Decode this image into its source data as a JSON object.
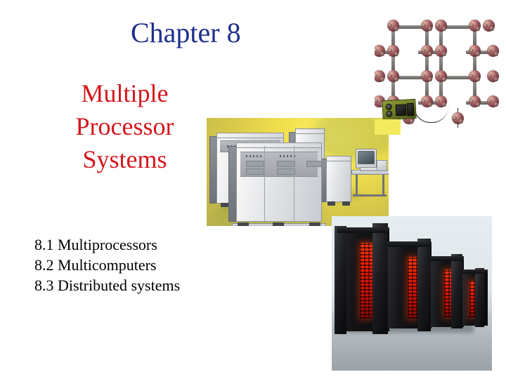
{
  "slide": {
    "chapter_title": "Chapter 8",
    "main_title_lines": [
      "Multiple",
      "Processor",
      "Systems"
    ],
    "agenda": [
      "8.1 Multiprocessors",
      "8.2 Multicomputers",
      "8.3 Distributed systems"
    ],
    "colors": {
      "background": "#ffffff",
      "chapter_title": "#1e2f8c",
      "main_title": "#d5161c",
      "agenda_text": "#000000",
      "mainframe_bg_yellow": "#f2e04d",
      "supercomputer_led_red": "#ec1d06",
      "mesh_node": "#6e3b3f",
      "circuit_board_green": "#6e7b22"
    },
    "images": [
      {
        "name": "mesh-network-photo",
        "caption": "Hexagonal mesh network of interconnected processor nodes wired to a small green circuit board"
      },
      {
        "name": "mainframe-photo",
        "caption": "Row of gray mainframe cabinets with an operator console and CRT terminal on a yellow background"
      },
      {
        "name": "supercomputer-photo",
        "caption": "Black massively parallel supercomputer cabinets with glowing red LED status panels"
      }
    ]
  }
}
